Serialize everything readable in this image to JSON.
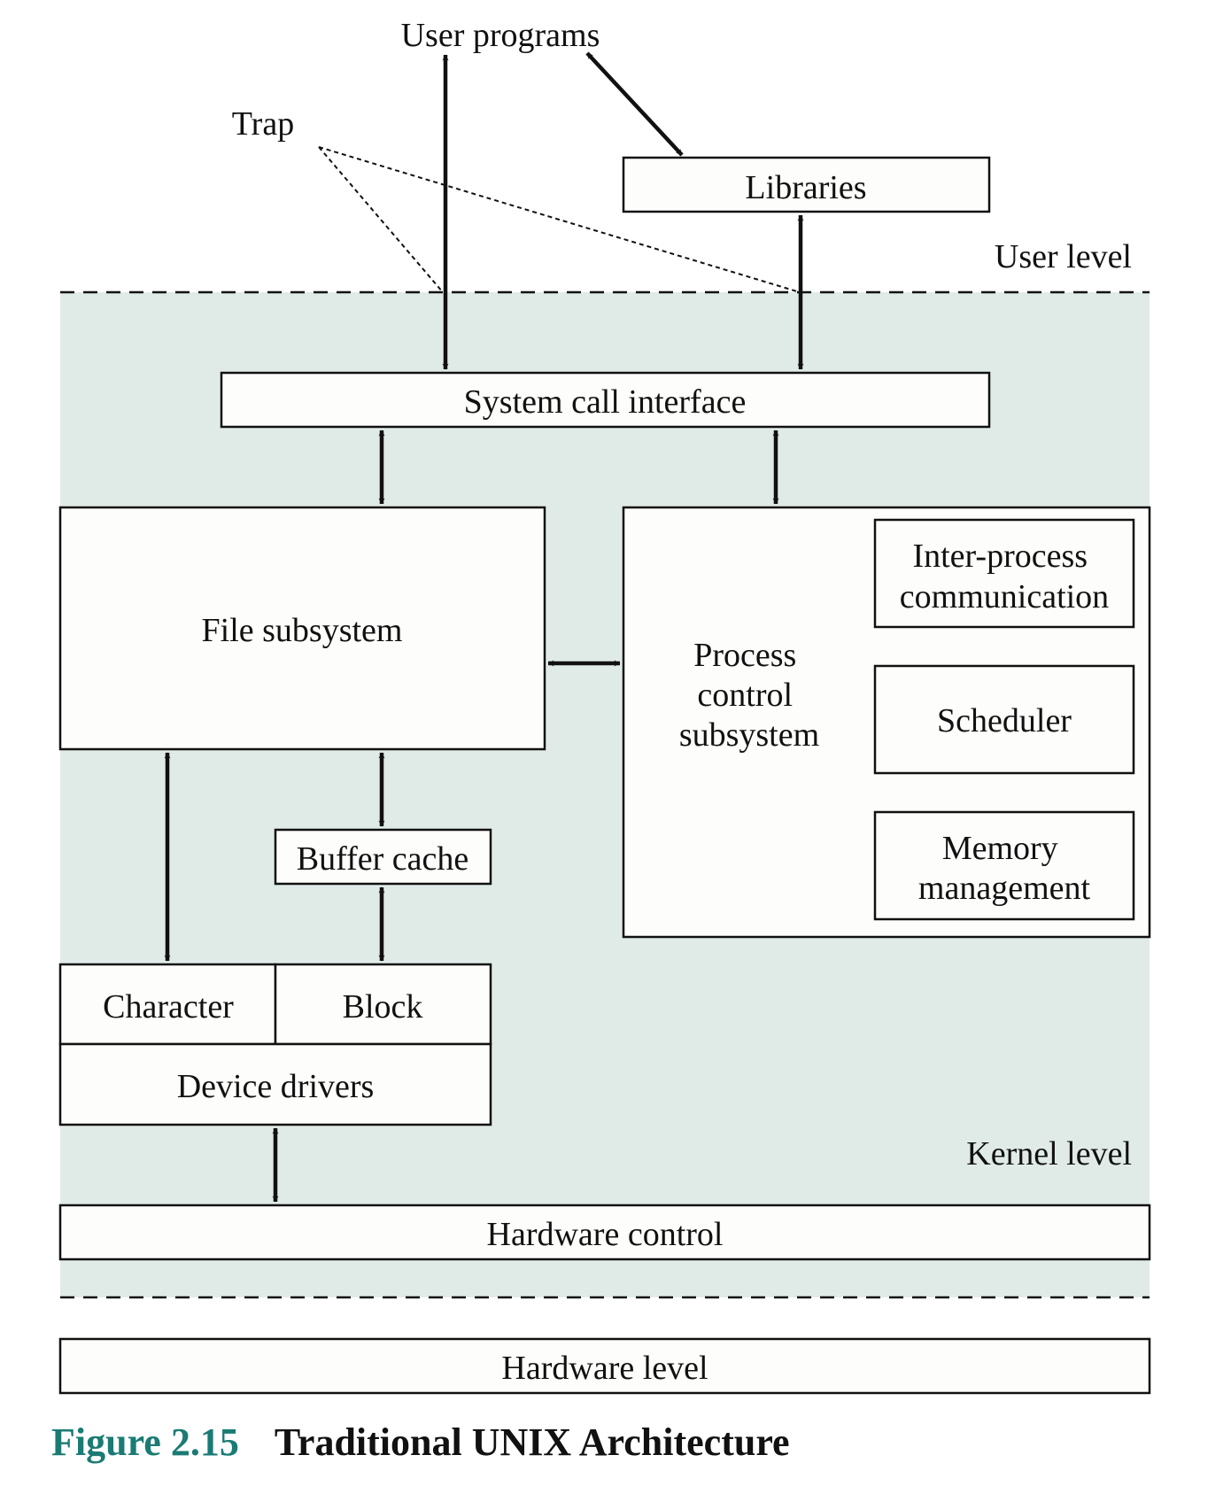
{
  "labels": {
    "user_programs": "User programs",
    "trap": "Trap",
    "libraries": "Libraries",
    "user_level": "User level",
    "system_call_interface": "System call interface",
    "file_subsystem": "File subsystem",
    "process_control": [
      "Process",
      "control",
      "subsystem"
    ],
    "ipc": [
      "Inter-process",
      "communication"
    ],
    "scheduler": "Scheduler",
    "memory_management": [
      "Memory",
      "management"
    ],
    "buffer_cache": "Buffer cache",
    "character": "Character",
    "block": "Block",
    "device_drivers": "Device drivers",
    "kernel_level": "Kernel level",
    "hardware_control": "Hardware control",
    "hardware_level": "Hardware level"
  },
  "caption": {
    "number": "Figure 2.15",
    "title": "Traditional UNIX Architecture"
  },
  "colors": {
    "kernel_fill": "#e0ebe8",
    "caption_accent": "#1a7b74"
  }
}
